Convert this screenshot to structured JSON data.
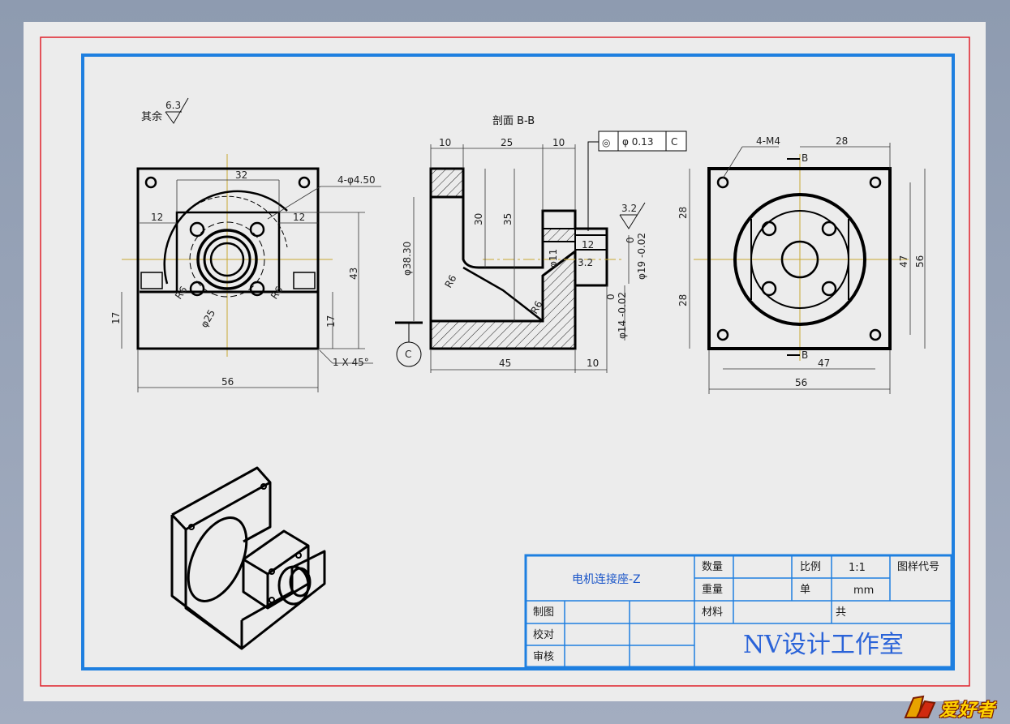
{
  "views": {
    "roughness_rest": {
      "prefix": "其余",
      "value": "6.3"
    },
    "section_title": "剖面 B-B",
    "front": {
      "hole_callout": "4-φ4.50",
      "dims": {
        "top_width": "32",
        "left_12": "12",
        "right_12": "12",
        "height_43": "43",
        "left_17": "17",
        "right_17": "17",
        "bottom_56": "56",
        "chamfer": "1 X 45°",
        "r6a": "R6",
        "r6b": "R6",
        "dia25": "φ25"
      }
    },
    "section": {
      "gdt": {
        "symbol": "◎",
        "value": "φ 0.13",
        "datum": "C"
      },
      "roughness": "3.2",
      "datum_label": "C",
      "dims": {
        "d10a": "10",
        "d25": "25",
        "d10b": "10",
        "d30": "30",
        "d35": "35",
        "d11": "φ11",
        "d12": "12",
        "rough_inner": "3.2",
        "dia38": "φ38.30",
        "r6a": "R6",
        "r6b": "R6",
        "tol19": "φ19 -0.02",
        "tol19_upper": "0",
        "tol14": "φ14 -0.02",
        "tol14_upper": "0",
        "d45": "45",
        "d10c": "10"
      }
    },
    "side": {
      "thread_callout": "4-M4",
      "section_mark_top": "B",
      "section_mark_bottom": "B",
      "dims": {
        "top28": "28",
        "left28a": "28",
        "left28b": "28",
        "right47": "47",
        "right56": "56",
        "bottom47": "47",
        "bottom56": "56"
      }
    }
  },
  "title_block": {
    "part_name": "电机连接座-Z",
    "qty_label": "数量",
    "qty_value": "",
    "scale_label": "比例",
    "scale_value": "1:1",
    "drawing_no_label": "图样代号",
    "weight_label": "重量",
    "unit_label": "单",
    "unit_value": "mm",
    "material_label": "材料",
    "sheets_label": "共",
    "drawn_label": "制图",
    "checked_label": "校对",
    "approved_label": "审核",
    "studio_name": "NV设计工作室"
  },
  "colors": {
    "outer_border": "#e0202a",
    "inner_border": "#1e7fe0",
    "title_block": "#1e7fe0",
    "center_line": "#c8a832",
    "geometry": "#000000"
  },
  "watermark": "爱好者"
}
